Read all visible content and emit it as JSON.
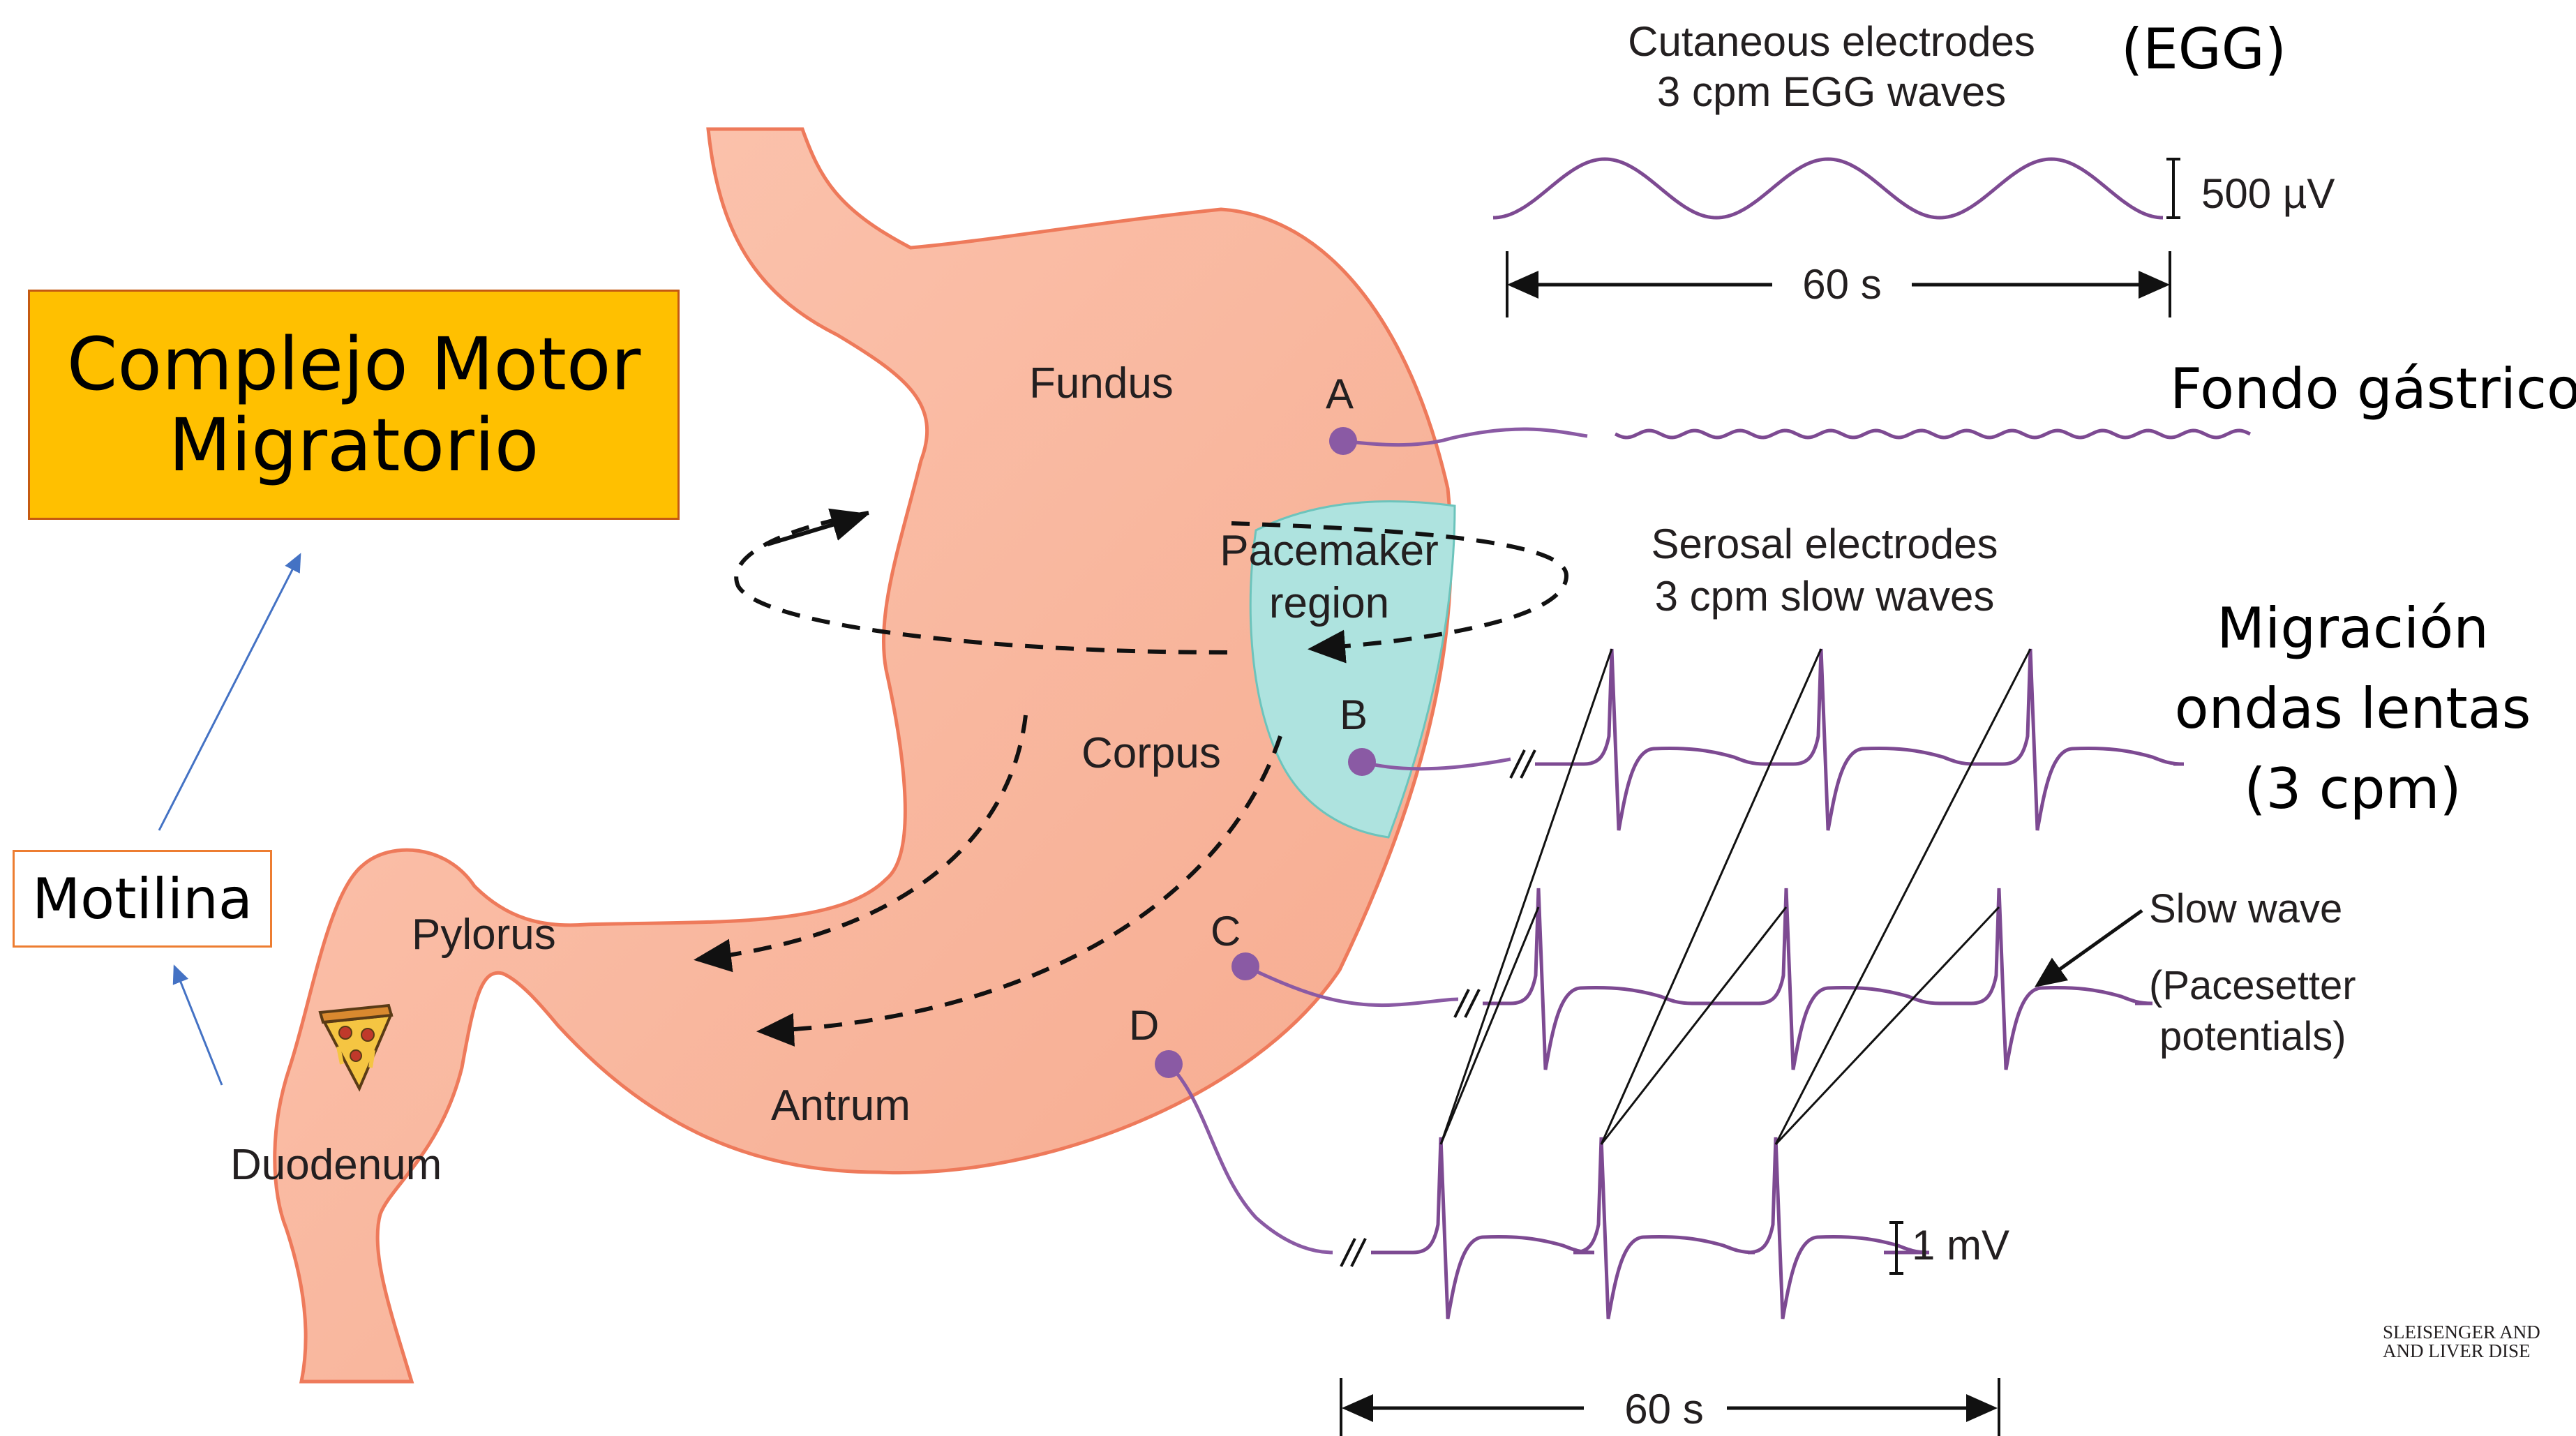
{
  "title_box": {
    "line1": "Complejo Motor",
    "line2": "Migratorio"
  },
  "motilina_label": "Motilina",
  "stomach_labels": {
    "fundus": "Fundus",
    "pacemaker_line1": "Pacemaker",
    "pacemaker_line2": "region",
    "corpus": "Corpus",
    "pylorus": "Pylorus",
    "antrum": "Antrum",
    "duodenum": "Duodenum"
  },
  "electrode_labels": {
    "a": "A",
    "b": "B",
    "c": "C",
    "d": "D"
  },
  "egg_section": {
    "title_line1": "Cutaneous electrodes",
    "title_line2": "3 cpm EGG waves",
    "tag": "(EGG)",
    "scale": "500 µV",
    "duration": "60 s"
  },
  "fondo_label": "Fondo gástrico",
  "serosal_section": {
    "title_line1": "Serosal electrodes",
    "title_line2": "3 cpm slow waves",
    "scale": "1 mV",
    "duration": "60 s"
  },
  "migracion_label": {
    "line1": "Migración",
    "line2": "ondas lentas",
    "line3": "(3 cpm)"
  },
  "slow_wave_label": {
    "line1": "Slow wave",
    "line2": "(Pacesetter",
    "line3": "potentials)"
  },
  "reference": {
    "line1": "SLEISENGER AND",
    "line2": "AND LIVER DISE"
  },
  "colors": {
    "stomach_fill": "#f9b79f",
    "stomach_outline": "#ee7a5b",
    "pacemaker_fill": "#aee3df",
    "trace": "#7d4a92",
    "electrode": "#8a5aa4",
    "title_box_fill": "#ffc000"
  },
  "icons": [
    "pizza-icon",
    "electrode-dot-icon",
    "arrow-icon"
  ]
}
